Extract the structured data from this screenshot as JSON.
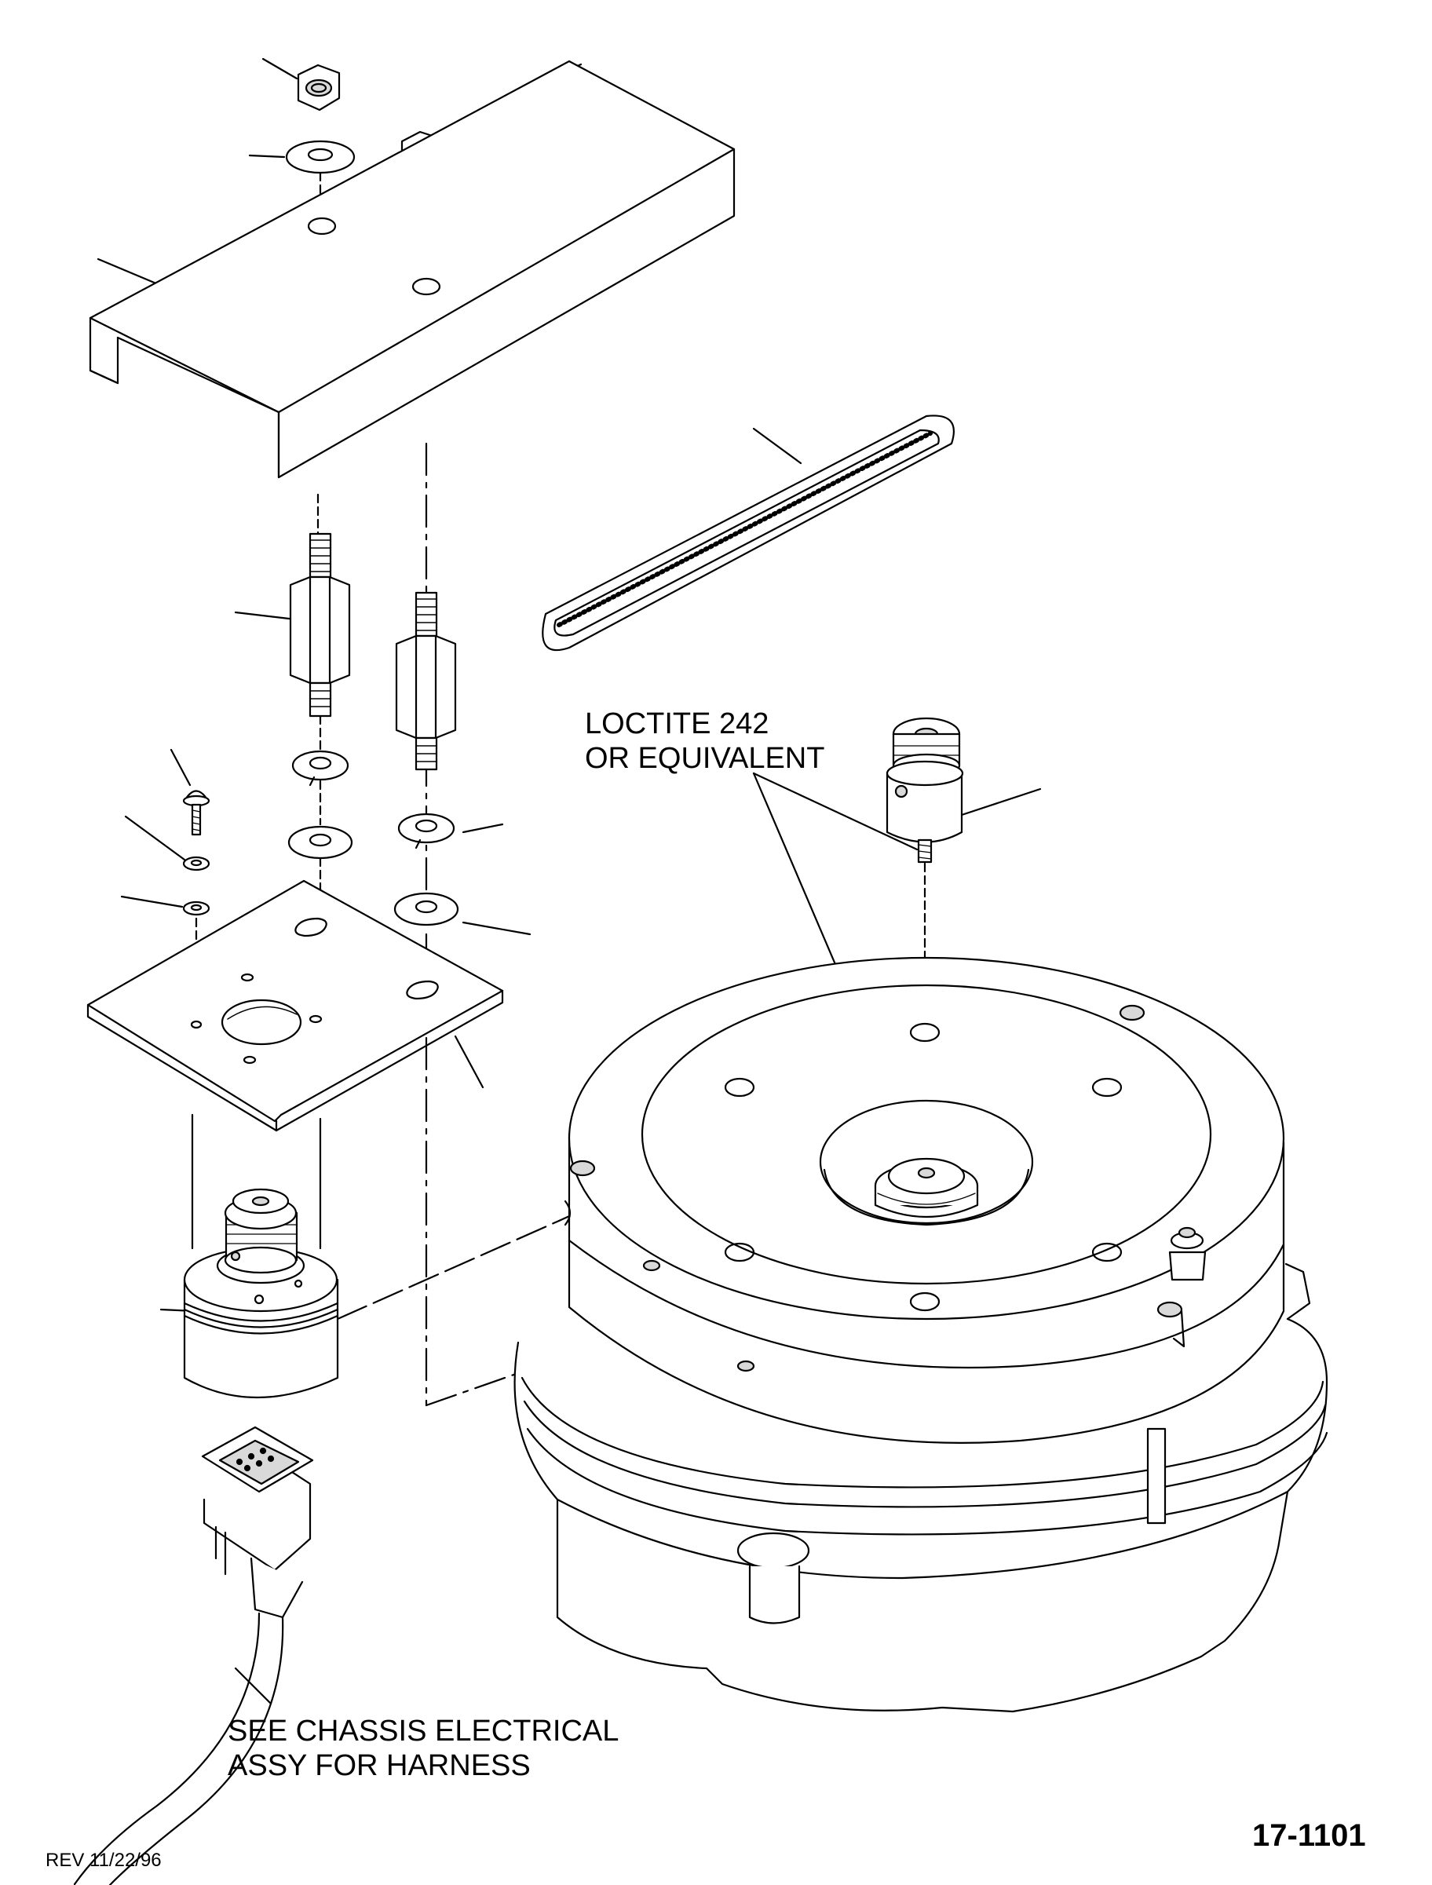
{
  "notes": {
    "loctite": [
      "LOCTITE 242",
      "OR EQUIVALENT"
    ],
    "harness": [
      "SEE CHASSIS ELECTRICAL",
      "ASSY FOR HARNESS"
    ]
  },
  "revision": "REV 11/22/96",
  "drawing_number": "17-1101",
  "colors": {
    "line": "#000000",
    "shade": "#d9d9d9",
    "paper": "#ffffff"
  }
}
